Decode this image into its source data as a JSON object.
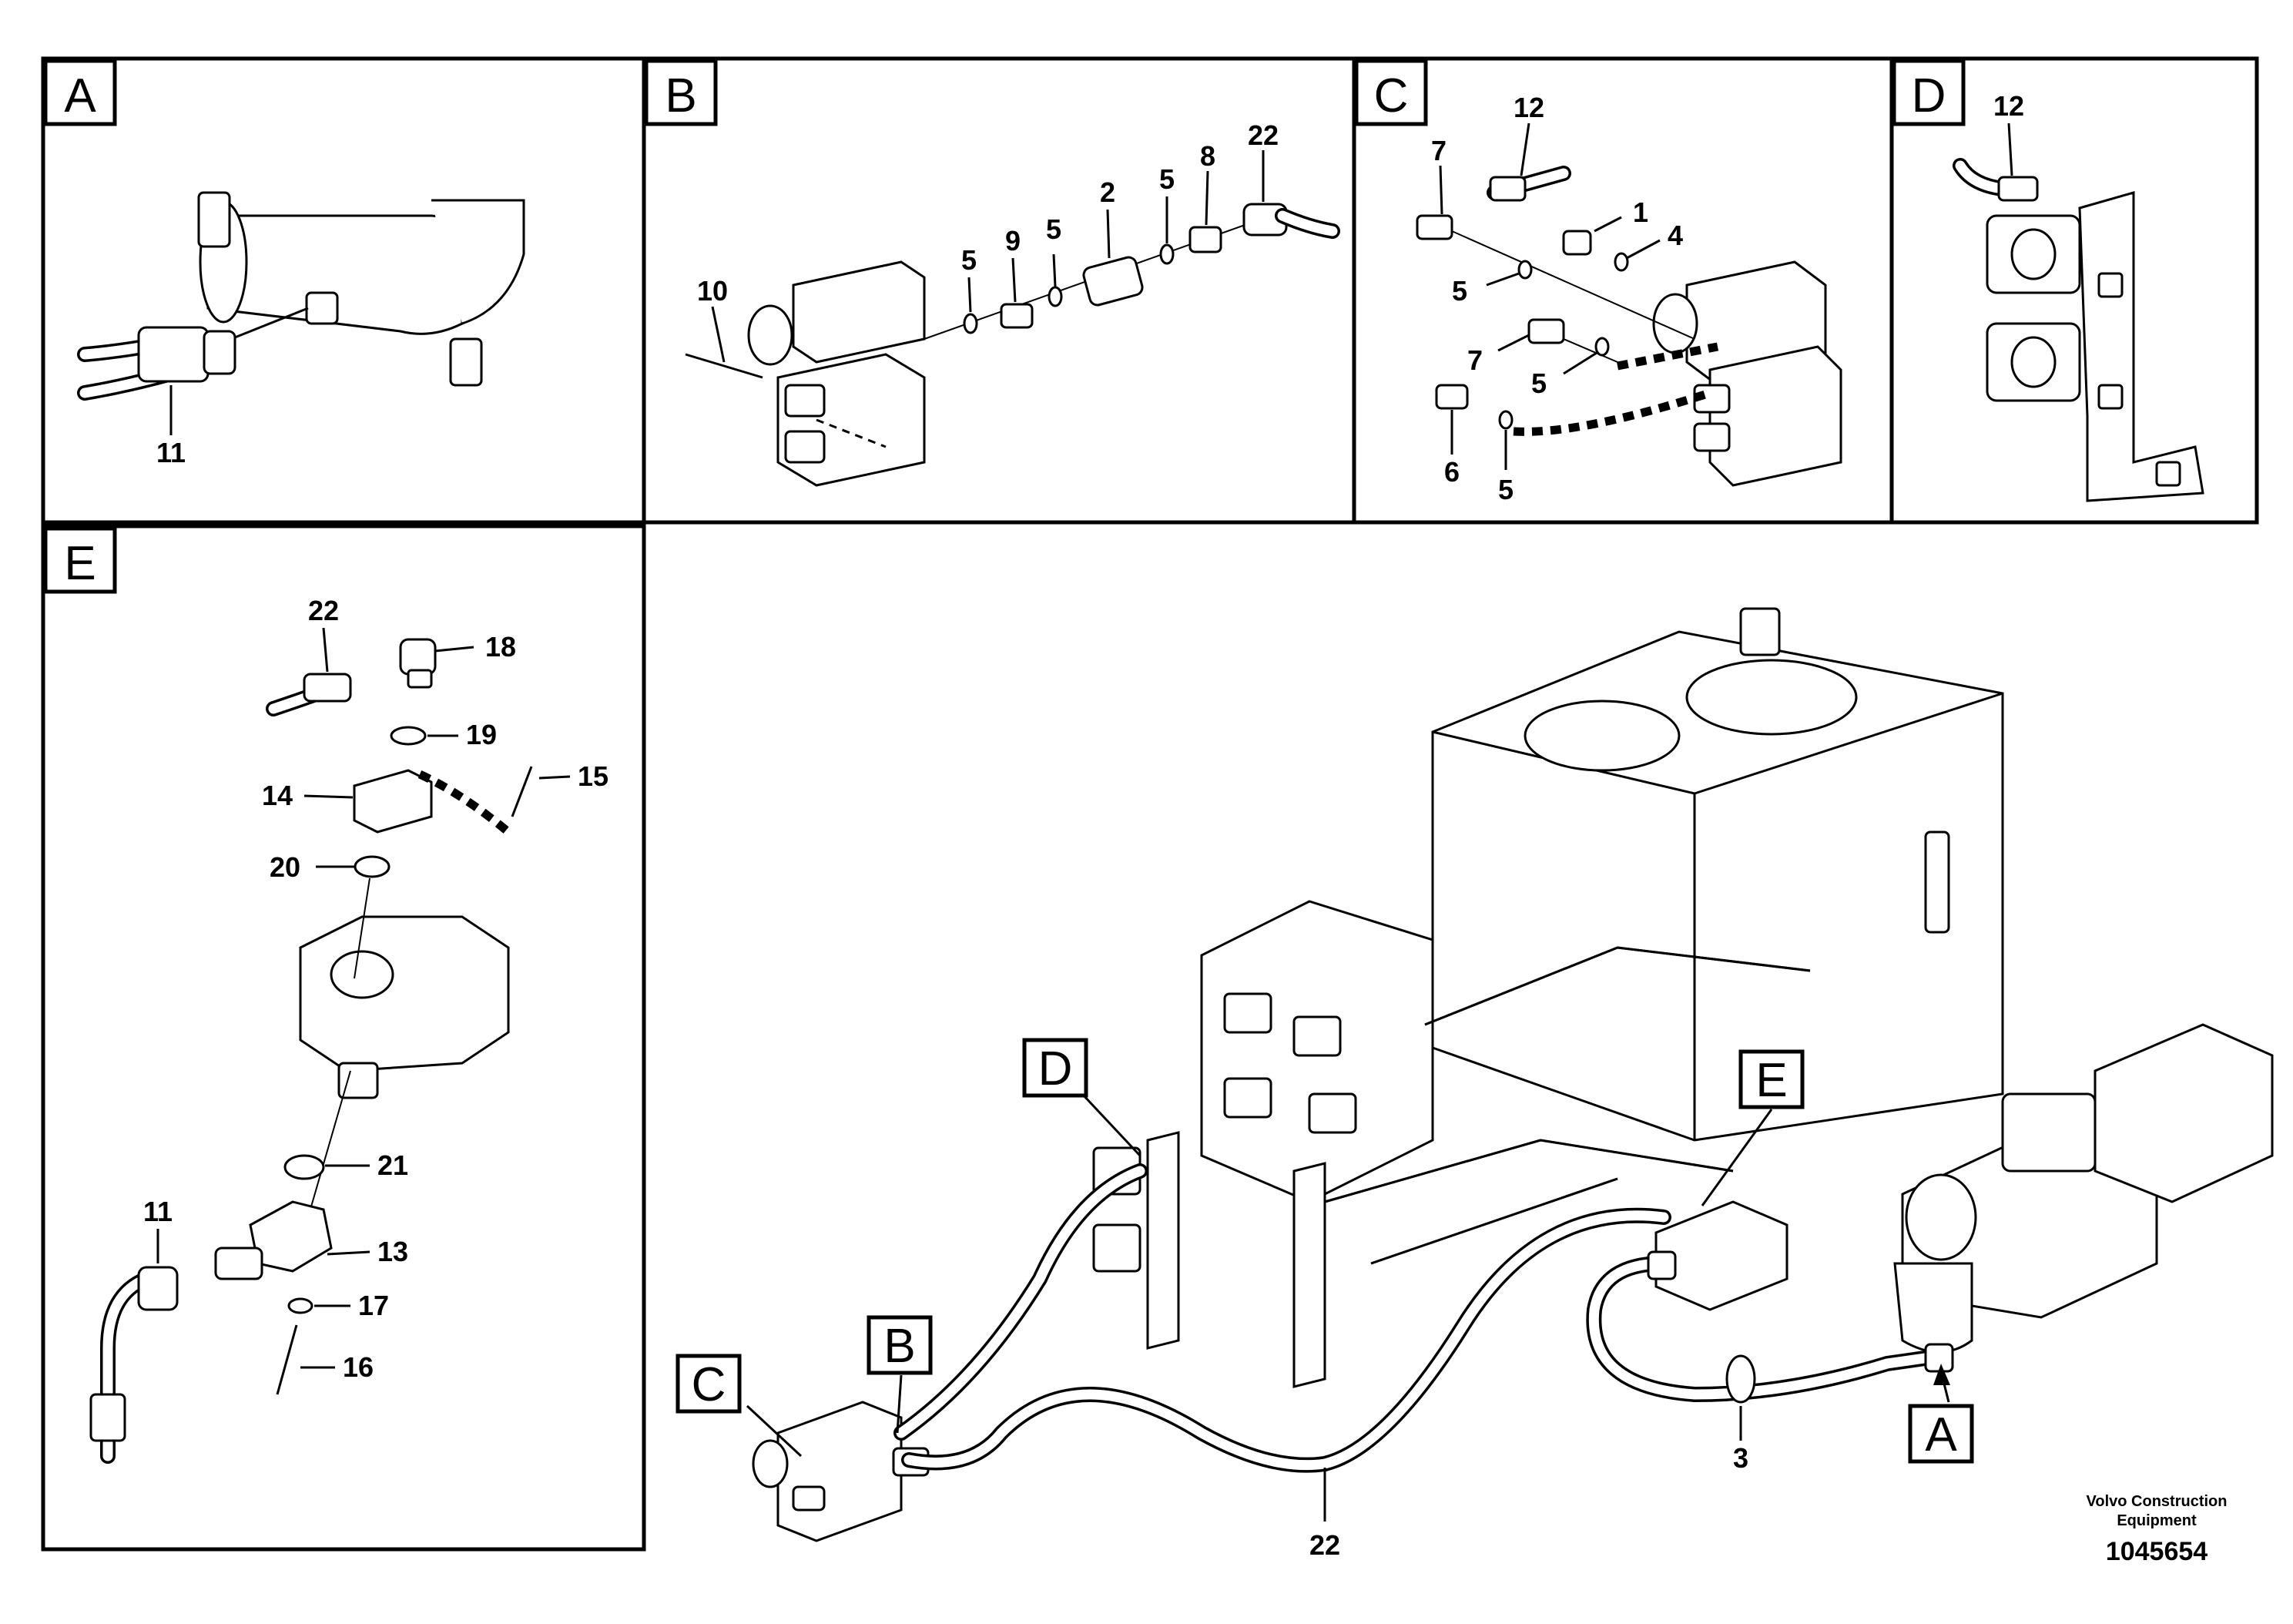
{
  "panels": {
    "a": {
      "tag": "A",
      "labels": [
        "11"
      ]
    },
    "b": {
      "tag": "B",
      "labels": [
        "10",
        "5",
        "9",
        "5",
        "2",
        "5",
        "8",
        "22"
      ]
    },
    "c": {
      "tag": "C",
      "labels": [
        "12",
        "7",
        "1",
        "4",
        "5",
        "7",
        "5",
        "6",
        "5"
      ]
    },
    "d": {
      "tag": "D",
      "labels": [
        "12"
      ]
    },
    "e": {
      "tag": "E",
      "labels": [
        "22",
        "18",
        "19",
        "15",
        "14",
        "20",
        "21",
        "11",
        "13",
        "17",
        "16"
      ]
    }
  },
  "overview": {
    "callouts": [
      "D",
      "E",
      "C",
      "B",
      "A"
    ],
    "labels": [
      "22",
      "3"
    ]
  },
  "footer": {
    "company_line1": "Volvo Construction",
    "company_line2": "Equipment",
    "doc_number": "1045654"
  }
}
